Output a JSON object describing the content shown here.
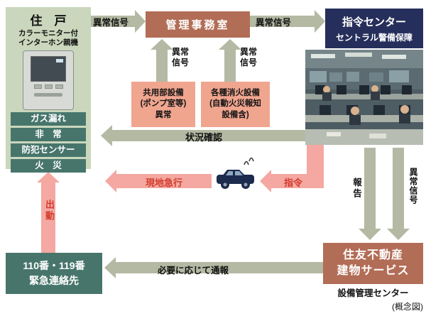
{
  "colors": {
    "panel_green": "#cad7bd",
    "teal": "#47756b",
    "brown": "#b26d56",
    "navy": "#262f5b",
    "salmon": "#f0a58f",
    "arrow_gray": "#b3b9a3",
    "arrow_pink": "#f4a8a1",
    "red_text": "#d23c2e"
  },
  "dwelling": {
    "title": "住　戸",
    "subtitle": "カラーモニター付\nインターホン親機",
    "alarms": [
      "ガス漏れ",
      "非　常",
      "防犯センサー",
      "火　災"
    ]
  },
  "management_office": {
    "label": "管理事務室"
  },
  "command_center": {
    "name": "指令センター",
    "company": "セントラル警備保障"
  },
  "equipment": {
    "common": "共用部設備\n(ポンプ室等)\n異常",
    "fire": "各種消火設備\n(自動火災報知\n設備含)"
  },
  "emergency_contact": "110番・119番\n緊急連絡先",
  "service_center": {
    "company": "住友不動産\n建物サービス",
    "dept": "設備管理センター"
  },
  "flows": {
    "signal_dwelling_to_office": "異常信号",
    "signal_office_to_center": "異常信号",
    "signal_common_up": "異常\n信号",
    "signal_fire_up": "異常\n信号",
    "status_check": "状況確認",
    "command": "指令",
    "rush_to_site": "現地急行",
    "dispatch": "出動",
    "report": "報告",
    "signal_down": "異常信号",
    "notify": "必要に応じて通報"
  },
  "footnote": "(概念図)"
}
